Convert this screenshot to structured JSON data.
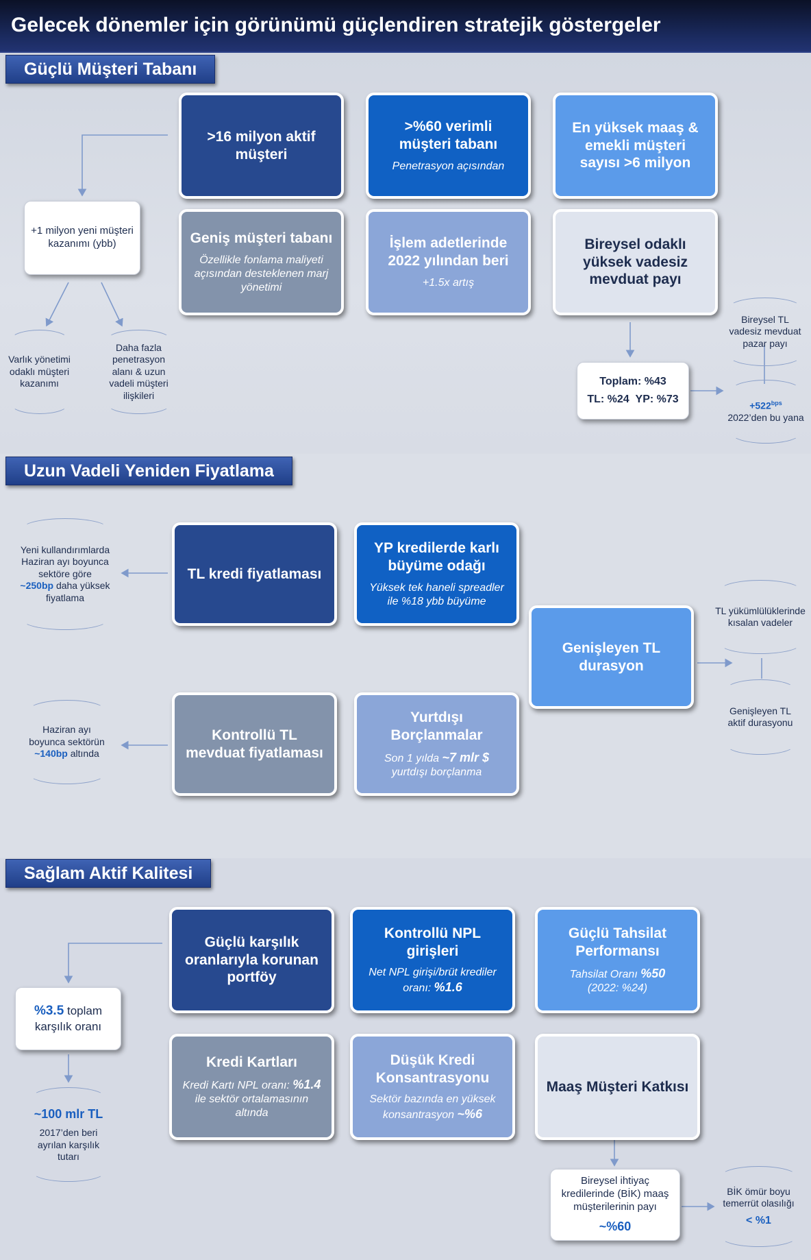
{
  "title": "Gelecek dönemler için görünümü güçlendiren stratejik göstergeler",
  "s1": {
    "heading": "Güçlü Müşteri Tabanı",
    "c1": "&gt;16 milyon aktif müşteri",
    "c2_h": ">%60 verimli müşteri tabanı",
    "c2_s": "Penetrasyon açısından",
    "c3": "En yüksek maaş & emekli müşteri sayısı >6 milyon",
    "c4_h": "Geniş müşteri tabanı",
    "c4_s": "Özellikle fonlama maliyeti açısından desteklenen marj yönetimi",
    "c5_h": "İşlem adetlerinde 2022 yılından beri",
    "c5_s": "+1.5x artış",
    "c6": "Bireysel odaklı yüksek vadesiz mevduat payı",
    "new_customers": "+1 milyon yeni müşteri kazanımı (ybb)",
    "note_wealth": "Varlık yönetimi odaklı müşteri kazanımı",
    "note_penetration": "Daha fazla penetrasyon alanı & uzun vadeli müşteri ilişkileri",
    "total_share": "Toplam: %43",
    "tl_share": "TL: %24",
    "fx_share": "YP: %73",
    "note_market": "Bireysel TL vadesiz mevduat pazar payı",
    "bps_value": "+522",
    "bps_unit": "bps",
    "bps_text": "2022’den bu yana"
  },
  "s2": {
    "heading": "Uzun Vadeli Yeniden Fiyatlama",
    "c1": "TL kredi fiyatlaması",
    "c2_h": "YP kredilerde karlı büyüme odağı",
    "c2_s": "Yüksek tek haneli spreadler ile %18 ybb büyüme",
    "c3": "Genişleyen TL durasyon",
    "c4": "Kontrollü TL mevduat fiyatlaması",
    "c5_h": "Yurtdışı Borçlanmalar",
    "c5_s1": "Son 1 yılda",
    "c5_s2": "~7 mlr $",
    "c5_s3": "yurtdışı borçlanma",
    "note_new1": "Yeni kullandırımlarda Haziran ayı boyunca sektöre göre",
    "note_new2": "~250bp",
    "note_new3": "daha yüksek fiyatlama",
    "note_dep1": "Haziran ayı boyunca sektörün",
    "note_dep2": "~140bp",
    "note_dep3": "altında",
    "note_liab": "TL yükümlülüklerinde kısalan vadeler",
    "note_asset": "Genişleyen TL aktif durasyonu"
  },
  "s3": {
    "heading": "Sağlam Aktif Kalitesi",
    "c1": "Güçlü karşılık oranlarıyla korunan portföy",
    "c2_h": "Kontrollü NPL girişleri",
    "c2_s1": "Net NPL girişi/brüt krediler oranı:",
    "c2_s2": "%1.6",
    "c3_h": "Güçlü Tahsilat Performansı",
    "c3_s1": "Tahsilat Oranı",
    "c3_s2": "%50",
    "c3_s3": "(2022: %24)",
    "c4_h": "Kredi Kartları",
    "c4_s1": "Kredi Kartı NPL oranı:",
    "c4_s2": "%1.4",
    "c4_s3": "ile sektör ortalamasının altında",
    "c5_h": "Düşük Kredi Konsantrasyonu",
    "c5_s1": "Sektör bazında en yüksek konsantrasyon",
    "c5_s2": "~%6",
    "c6": "Maaş Müşteri Katkısı",
    "prov_val": "%3.5",
    "prov_text": "toplam karşılık oranı",
    "amount_val": "~100 mlr TL",
    "amount_text": "2017’den beri ayrılan karşılık tutarı",
    "bik_text": "Bireysel ihtiyaç kredilerinde (BİK) maaş müşterilerinin payı",
    "bik_val": "~%60",
    "pd_text": "BİK ömür boyu temerrüt olasılığı",
    "pd_val": "< %1"
  }
}
